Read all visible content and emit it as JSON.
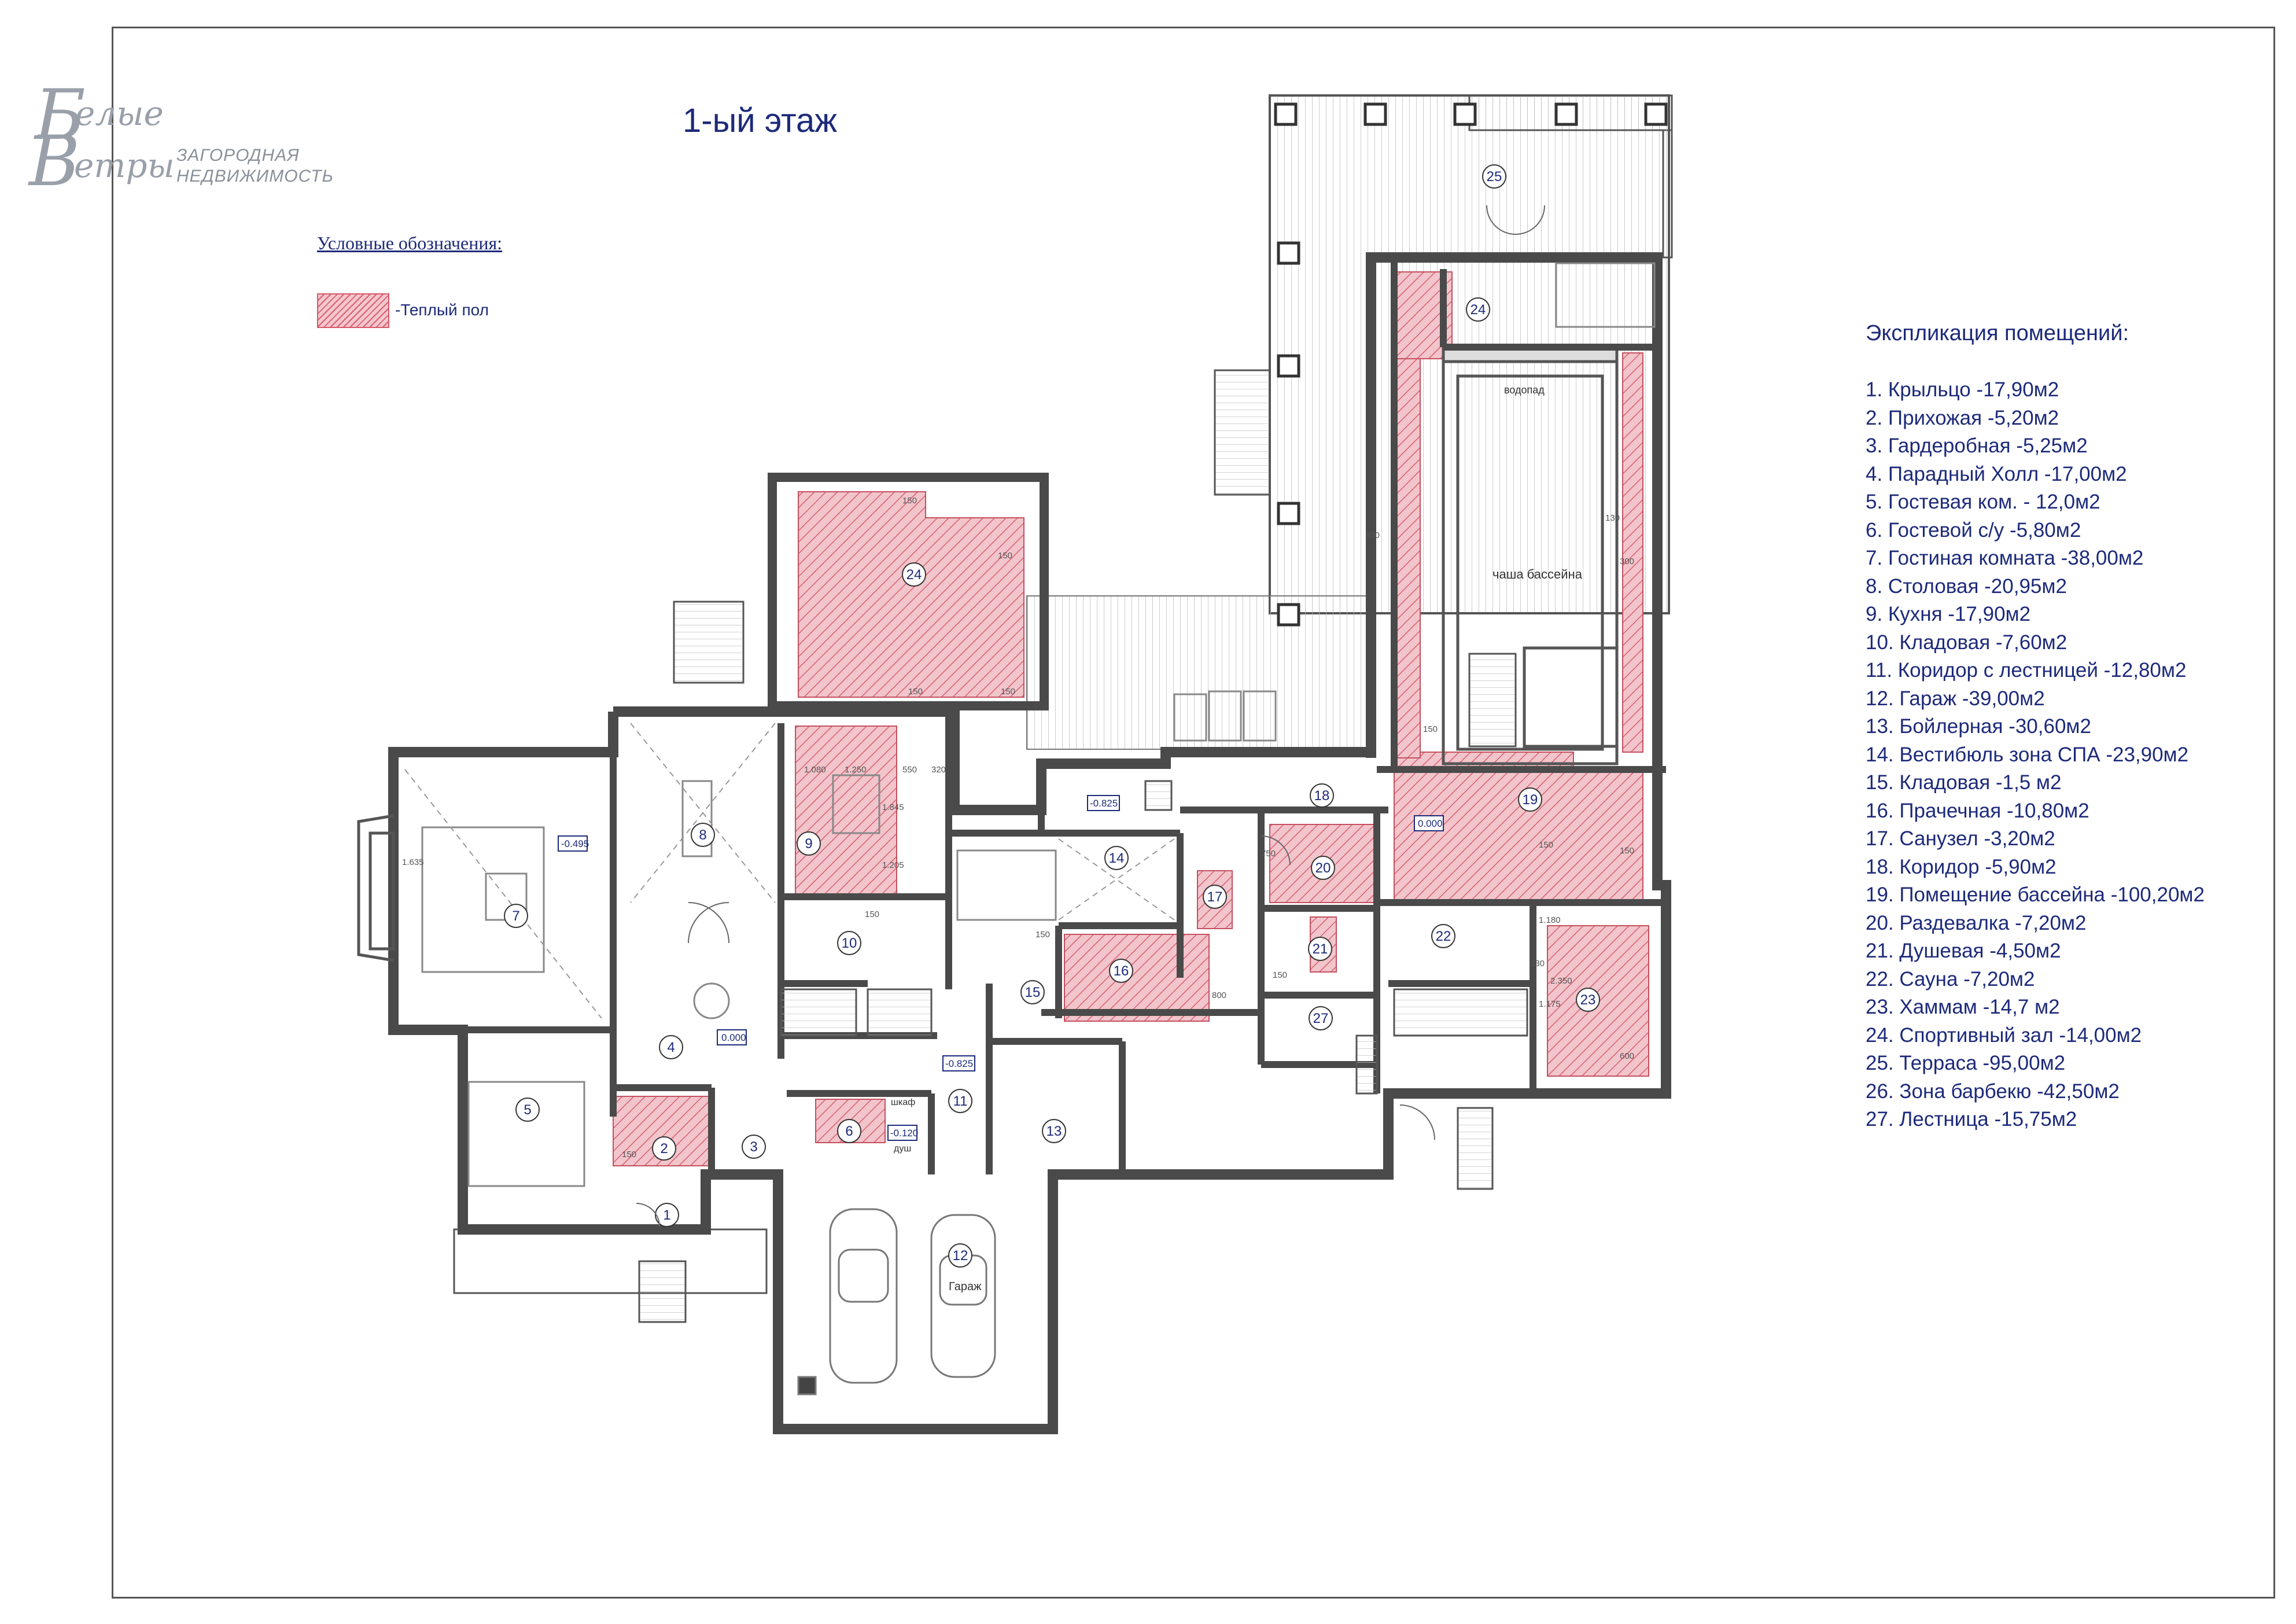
{
  "logo": {
    "script_top": "елые",
    "script_bottom": "етры",
    "initial_top": "Б",
    "initial_bottom": "В",
    "line1": "ЗАГОРОДНАЯ",
    "line2": "НЕДВИЖИМОСТЬ"
  },
  "title": "1-ый этаж",
  "legend": {
    "heading": "Условные обозначения:",
    "items": [
      {
        "label": "-Теплый пол",
        "color": "#e8a6b0"
      }
    ]
  },
  "explication": {
    "heading": "Экспликация помещений:",
    "items": [
      "1.  Крыльцо -17,90м2",
      "2.  Прихожая -5,20м2",
      "3.  Гардеробная -5,25м2",
      "4.  Парадный Холл -17,00м2",
      "5.  Гостевая ком. -  12,0м2",
      "6.  Гостевой с/у -5,80м2",
      "7.  Гостиная комната -38,00м2",
      "8.  Столовая -20,95м2",
      "9.  Кухня -17,90м2",
      "10. Кладовая -7,60м2",
      "11. Коридор с лестницей -12,80м2",
      "12. Гараж -39,00м2",
      "13. Бойлерная -30,60м2",
      "14. Вестибюль зона СПА -23,90м2",
      "15. Кладовая -1,5 м2",
      "16. Прачечная -10,80м2",
      "17. Санузел -3,20м2",
      "18. Коридор -5,90м2",
      "19. Помещение бассейна -100,20м2",
      "20. Раздевалка -7,20м2",
      "21. Душевая -4,50м2",
      "22. Сауна -7,20м2",
      "23. Хаммам -14,7  м2",
      "24. Спортивный зал -14,00м2",
      "25. Терраса -95,00м2",
      "26. Зона барбекю -42,50м2",
      "27. Лестница -15,75м2"
    ]
  },
  "plan": {
    "colors": {
      "wall": "#4a4a4a",
      "wall_fill": "#8c8c8c",
      "heated": "#f2c4cb",
      "heated_hatch": "#d7606f",
      "line": "#666666",
      "mark_text": "#1d2a7a"
    },
    "room_numbers": [
      "1",
      "2",
      "3",
      "4",
      "5",
      "6",
      "7",
      "8",
      "9",
      "10",
      "11",
      "12",
      "13",
      "14",
      "15",
      "16",
      "17",
      "18",
      "19",
      "20",
      "21",
      "22",
      "23",
      "24",
      "24",
      "25",
      "27"
    ],
    "level_marks": [
      "-0.495",
      "0.000",
      "-0.825",
      "-0.825",
      "-0.120",
      "0.000"
    ],
    "labels": {
      "pool_bowl": "чаша бассейна",
      "waterfall": "водопад",
      "garage": "Гараж",
      "closet": "шкаф",
      "shower": "душ"
    },
    "dims": [
      "1.080",
      "1.250",
      "550",
      "320",
      "1.845",
      "1.205",
      "150",
      "150",
      "150",
      "300",
      "300",
      "150",
      "150",
      "150",
      "150",
      "1.180",
      "830",
      "2.350",
      "1.175",
      "800",
      "750",
      "150",
      "600",
      "1.635",
      "130",
      "150",
      "150",
      "150"
    ]
  }
}
